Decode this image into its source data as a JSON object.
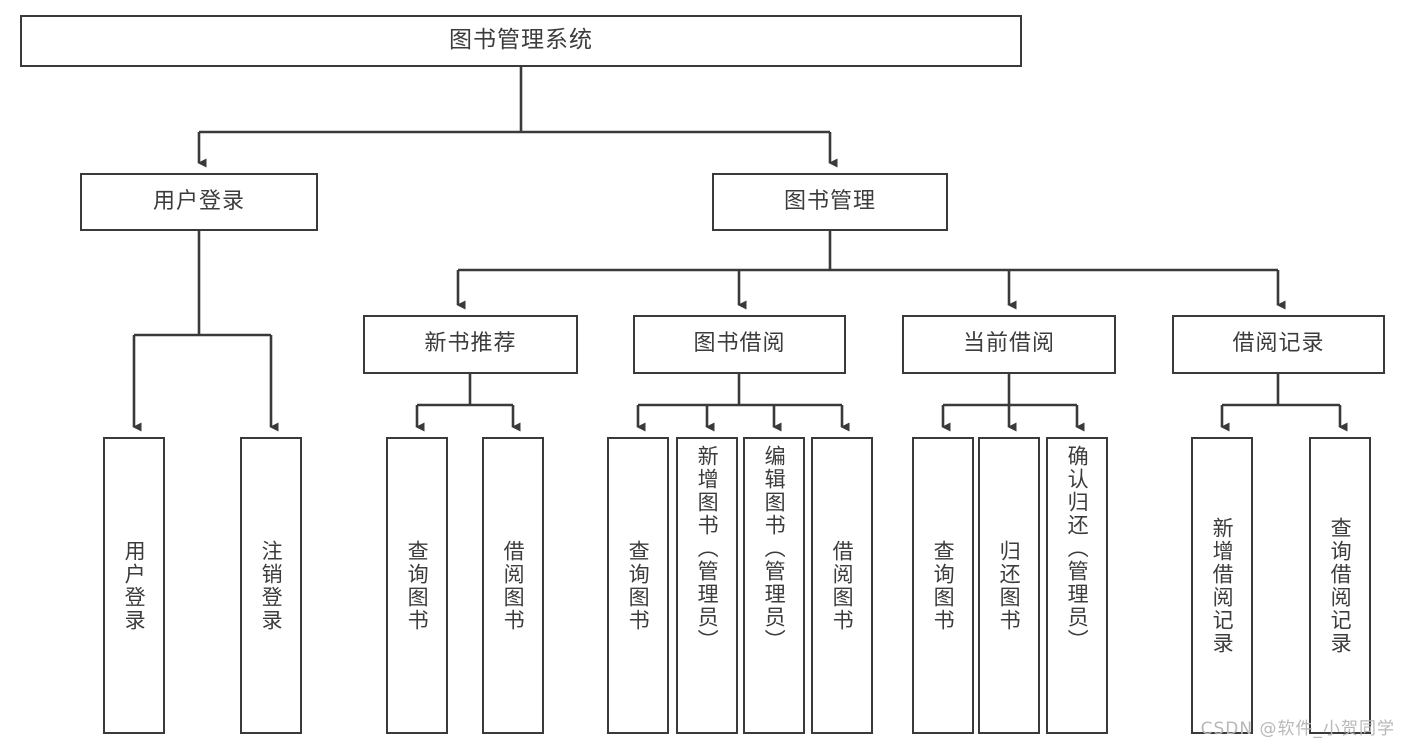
{
  "diagram": {
    "type": "tree",
    "title": "图书管理系统",
    "watermark": "CSDN @软件_小贺同学",
    "colors": {
      "stroke": "#3a3a3a",
      "fill": "#ffffff",
      "text": "#3c3c3c",
      "watermark": "#b8b8b8"
    },
    "root": {
      "label": "图书管理系统"
    },
    "level2": [
      {
        "label": "用户登录"
      },
      {
        "label": "图书管理"
      }
    ],
    "level3": [
      {
        "label": "新书推荐"
      },
      {
        "label": "图书借阅"
      },
      {
        "label": "当前借阅"
      },
      {
        "label": "借阅记录"
      }
    ],
    "leaves": {
      "user_login": [
        {
          "label": "用户登录"
        },
        {
          "label": "注销登录"
        }
      ],
      "new_book": [
        {
          "label": "查询图书"
        },
        {
          "label": "借阅图书"
        }
      ],
      "borrow_book": [
        {
          "label": "查询图书"
        },
        {
          "label": "新增图书（管理员）"
        },
        {
          "label": "编辑图书（管理员）"
        },
        {
          "label": "借阅图书"
        }
      ],
      "current_borrow": [
        {
          "label": "查询图书"
        },
        {
          "label": "归还图书"
        },
        {
          "label": "确认归还（管理员）"
        }
      ],
      "borrow_record": [
        {
          "label": "新增借阅记录"
        },
        {
          "label": "查询借阅记录"
        }
      ]
    }
  }
}
